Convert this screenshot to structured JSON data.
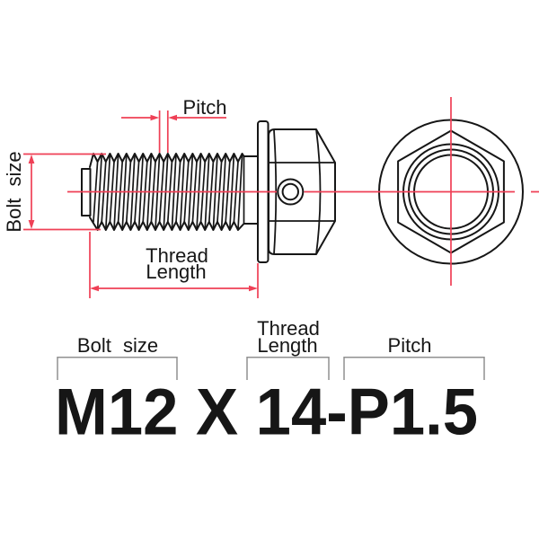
{
  "spec": {
    "text": "M12 X 14-P1.5",
    "bolt_size_value": "M12",
    "thread_length_value": "14",
    "pitch_value": "P1.5"
  },
  "labels": {
    "pitch": "Pitch",
    "bolt_size": "Bolt size",
    "thread": "Thread",
    "length": "Length"
  },
  "colors": {
    "outline": "#161616",
    "dimension_red": "#ef4056",
    "bracket_gray": "#909090",
    "text_black": "#161616",
    "background": "#ffffff"
  }
}
